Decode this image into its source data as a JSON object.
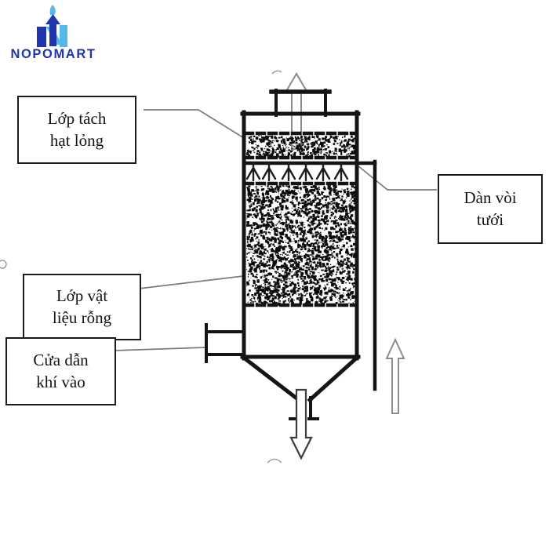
{
  "logo": {
    "text": "NOPOMART",
    "brand_dark_blue": "#2136ac",
    "brand_light_blue": "#55b8e8"
  },
  "labels": {
    "mist_separator": {
      "line1": "Lớp tách",
      "line2": "hạt lỏng"
    },
    "spray_nozzles": {
      "line1": "Dàn vòi",
      "line2": "tưới"
    },
    "packing_material": {
      "line1": "Lớp vật",
      "line2": "liệu rỗng"
    },
    "gas_inlet": {
      "line1": "Cửa dẫn",
      "line2": "khí vào"
    }
  },
  "diagram": {
    "ink_color": "#141414",
    "leader_line_color": "#7b7b7b",
    "outline_arrow_color": "#8b8b8b"
  }
}
